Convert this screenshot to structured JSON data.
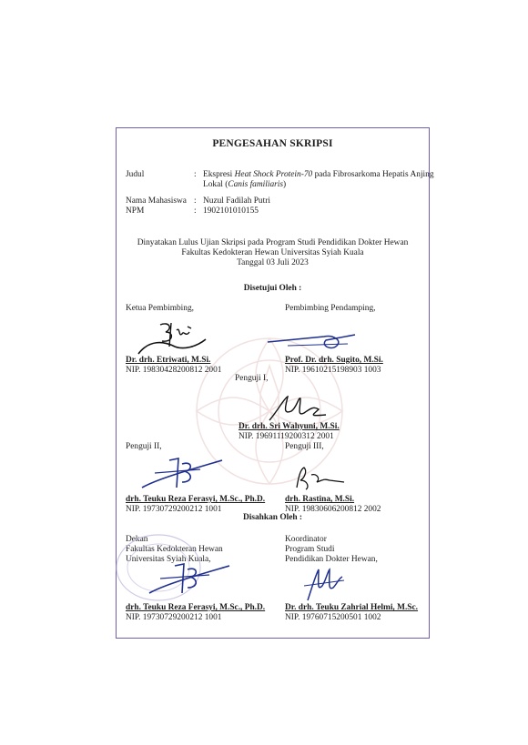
{
  "document": {
    "title": "PENGESAHAN SKRIPSI",
    "fields": {
      "judul_label": "Judul",
      "colon": ":",
      "judul_line1_a": "Ekspresi ",
      "judul_line1_italic": "Heat Shock Protein-70",
      "judul_line1_b": " pada Fibrosarkoma Hepatis Anjing",
      "judul_line2_a": "Lokal (",
      "judul_line2_italic": "Canis familiaris",
      "judul_line2_b": ")",
      "nama_label": "Nama Mahasiswa",
      "nama_value": "Nuzul Fadilah Putri",
      "npm_label": "NPM",
      "npm_value": "1902101010155"
    },
    "statement": {
      "line1": "Dinyatakan Lulus Ujian Skripsi pada Program Studi Pendidikan Dokter Hewan",
      "line2": "Fakultas Kedokteran Hewan Universitas Syiah Kuala",
      "line3": "Tanggal 03 Juli 2023"
    },
    "approved_by": "Disetujui Oleh :",
    "ketua": {
      "role": "Ketua Pembimbing,",
      "name": "Dr. drh. Etriwati, M.Si.",
      "nip": "NIP. 19830428200812 2001"
    },
    "pendamping": {
      "role": "Pembimbing Pendamping,",
      "name": "Prof. Dr. drh. Sugito, M.Si.",
      "nip": "NIP. 19610215198903 1003"
    },
    "penguji1": {
      "role": "Penguji I,",
      "name": "Dr. drh. Sri Wahyuni, M.Si.",
      "nip": "NIP. 19691119200312 2001"
    },
    "penguji2": {
      "role": "Penguji II,",
      "name": "drh. Teuku Reza Ferasyi, M.Sc., Ph.D.",
      "nip": "NIP. 19730729200212 1001"
    },
    "penguji3": {
      "role": "Penguji III,",
      "name": "drh. Rastina, M.Si.",
      "nip": "NIP. 19830606200812 2002"
    },
    "ratified_by": "Disahkan Oleh :",
    "dekan": {
      "role1": "Dekan",
      "role2": "Fakultas Kedokteran Hewan",
      "role3": "Universitas Syiah Kuala,",
      "name": "drh. Teuku Reza Ferasyi, M.Sc., Ph.D.",
      "nip": "NIP. 19730729200212 1001"
    },
    "koordinator": {
      "role1": "Koordinator",
      "role2": "Program Studi",
      "role3": "Pendidikan Dokter Hewan,",
      "name": "Dr. drh. Teuku Zahrial Helmi, M.Sc.",
      "nip": "NIP. 19760715200501 1002"
    }
  },
  "colors": {
    "border": "#6f5fb0",
    "signature_ink": "#1f2f8f",
    "black_ink": "#111111",
    "watermark": "#c97f7f",
    "stamp": "#9a96c8"
  }
}
